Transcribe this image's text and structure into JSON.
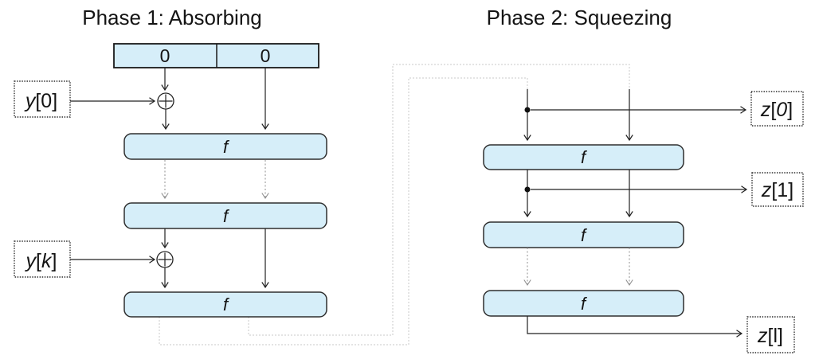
{
  "diagram": {
    "phase1": {
      "title": "Phase 1: Absorbing",
      "register_cells": [
        "0",
        "0"
      ],
      "inputs": [
        {
          "var": "y",
          "open": "[",
          "idx": "0",
          "close": "]"
        },
        {
          "var": "y",
          "open": "[",
          "idx": "k",
          "close": "]"
        }
      ]
    },
    "phase2": {
      "title": "Phase 2: Squeezing",
      "outputs": [
        {
          "var": "z",
          "open": "[",
          "idx": "0",
          "close": "]"
        },
        {
          "var": "z",
          "open": "[",
          "idx": "1",
          "close": "]"
        },
        {
          "var": "z",
          "open": "[",
          "idx": "l",
          "close": "]"
        }
      ]
    },
    "function_label": "f",
    "colors": {
      "block_fill": "#d6eef9",
      "block_border": "#2f2f2f",
      "arrow": "#222222",
      "dashed_arrow": "#8f8f8f",
      "wrap_line": "#c9c9c9"
    }
  }
}
